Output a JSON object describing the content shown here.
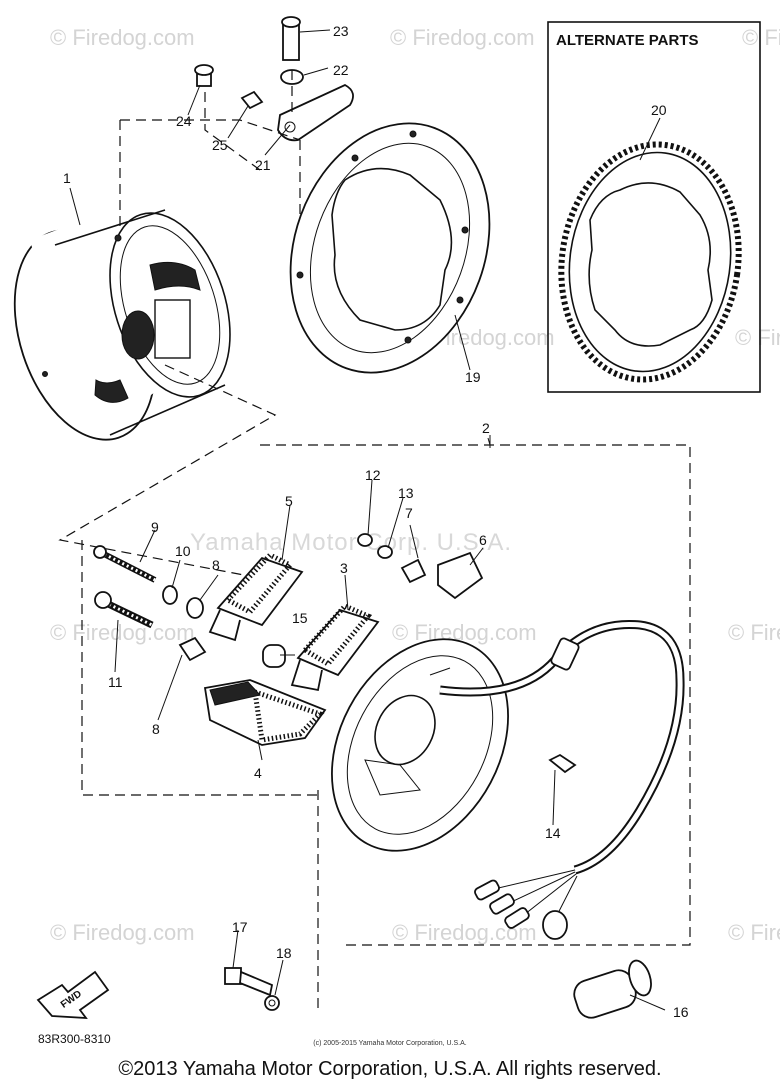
{
  "alternate_parts_label": "ALTERNATE PARTS",
  "part_code": "83R300-8310",
  "fwd_label": "FWD",
  "watermark_site": "© Firedog.com",
  "watermark_corp": "Yamaha Motor Corp. U.S.A.",
  "small_copyright": "(c) 2005-2015 Yamaha Motor Corporation, U.S.A.",
  "copyright": "©2013 Yamaha Motor Corporation, U.S.A. All rights reserved.",
  "callouts": {
    "p1": "1",
    "p2": "2",
    "p3": "3",
    "p4": "4",
    "p5": "5",
    "p6": "6",
    "p7": "7",
    "p8a": "8",
    "p8b": "8",
    "p9": "9",
    "p10": "10",
    "p11": "11",
    "p12": "12",
    "p13": "13",
    "p14": "14",
    "p15": "15",
    "p16": "16",
    "p17": "17",
    "p18": "18",
    "p19": "19",
    "p20": "20",
    "p21": "21",
    "p22": "22",
    "p23": "23",
    "p24": "24",
    "p25": "25"
  }
}
